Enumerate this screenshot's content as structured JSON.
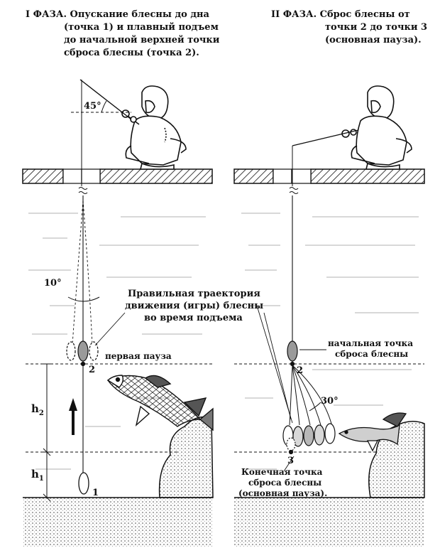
{
  "phase1": {
    "title_lines": [
      "I ФАЗА. Опускание блесны до дна",
      "(точка 1) и плавный подъем",
      "до начальной верхней точки",
      "сброса блесны (точка 2)."
    ],
    "angle_top": "45°",
    "angle_mid": "10°",
    "label_pause": "первая пауза",
    "point_1": "1",
    "point_2": "2",
    "h1": "h",
    "h1_sub": "1",
    "h2": "h",
    "h2_sub": "2"
  },
  "phase2": {
    "title_lines": [
      "II ФАЗА. Сброс блесны от",
      "точки 2 до точки 3",
      "(основная пауза)."
    ],
    "angle": "30°",
    "label_start_lines": [
      "начальная точка",
      "сброса блесны"
    ],
    "label_end_lines": [
      "Конечная точка",
      "сброса блесны",
      "(основная пауза)."
    ],
    "point_2": "2",
    "point_3": "3"
  },
  "trajectory_lines": [
    "Правильная траектория",
    "движения (игры) блесны",
    "во время подъема"
  ]
}
